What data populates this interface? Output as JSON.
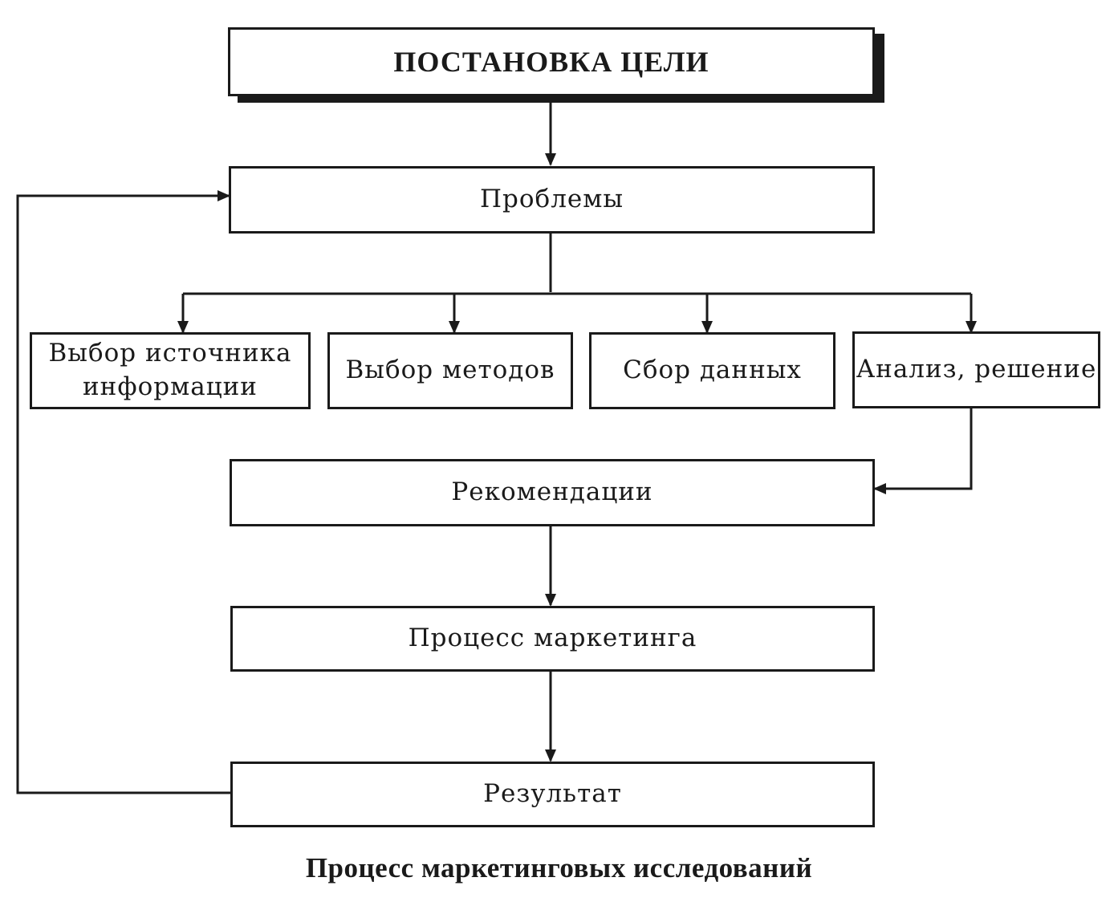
{
  "diagram": {
    "goal": "ПОСТАНОВКА ЦЕЛИ",
    "problems": "Проблемы",
    "steps": {
      "source": [
        "Выбор источника",
        "информации"
      ],
      "methods": "Выбор методов",
      "collection": "Сбор данных",
      "analysis": "Анализ, решение"
    },
    "recommendations": "Рекомендации",
    "marketing_process": "Процесс маркетинга",
    "result": "Результат"
  },
  "caption": "Процесс маркетинговых исследований",
  "colors": {
    "ink": "#1a1a1a",
    "background": "#ffffff"
  }
}
